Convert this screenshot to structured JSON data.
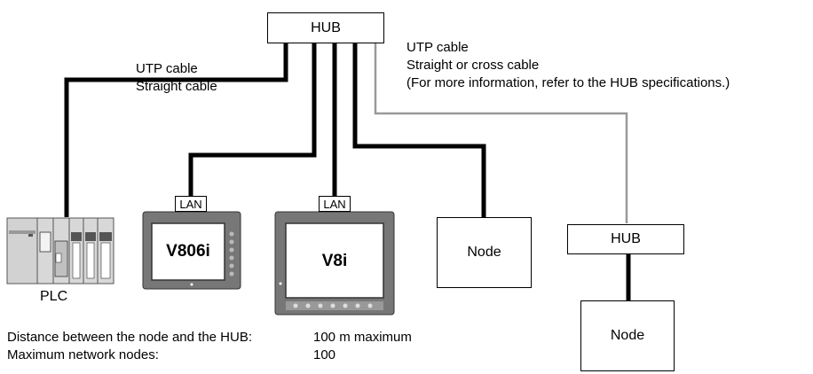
{
  "hub_top": {
    "label": "HUB"
  },
  "hub_sub": {
    "label": "HUB"
  },
  "cable_left": {
    "line1": "UTP cable",
    "line2": "Straight cable"
  },
  "cable_right": {
    "line1": "UTP cable",
    "line2": "Straight or cross cable",
    "line3": "(For more information, refer to the HUB specifications.)"
  },
  "devices": {
    "plc": "PLC",
    "v806i": "V806i",
    "v8i": "V8i",
    "lan_tag_1": "LAN",
    "lan_tag_2": "LAN",
    "node_1": "Node",
    "node_2": "Node"
  },
  "specs": {
    "distance_label": "Distance between the node and the HUB:",
    "distance_value": "100 m maximum",
    "nodes_label": "Maximum network nodes:",
    "nodes_value": "100"
  },
  "colors": {
    "thick_cable": "#000000",
    "thin_cable": "#999999"
  }
}
